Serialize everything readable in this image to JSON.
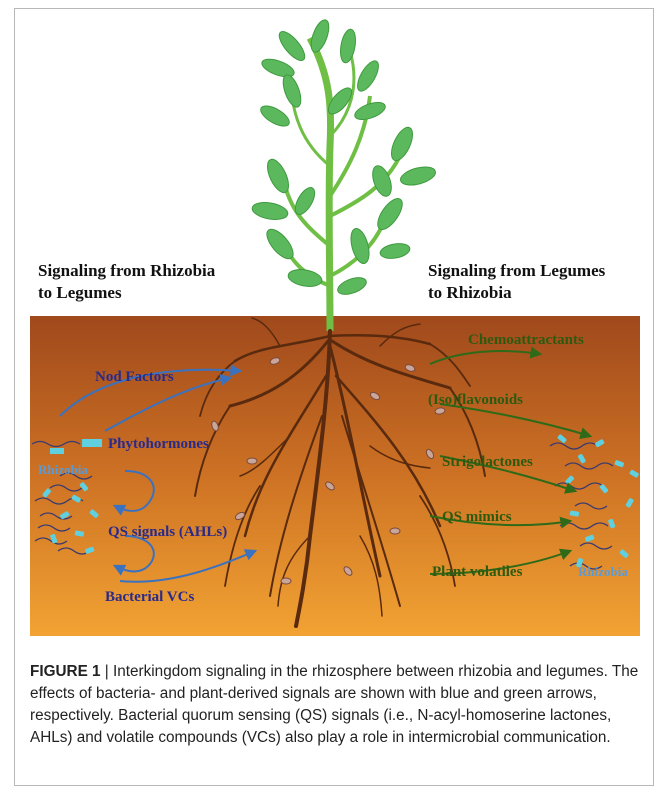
{
  "headings": {
    "left_line1": "Signaling from Rhizobia",
    "left_line2": "to Legumes",
    "right_line1": "Signaling from Legumes",
    "right_line2": "to Rhizobia"
  },
  "left_signals": [
    "Nod Factors",
    "Phytohormones",
    "QS signals (AHLs)",
    "Bacterial VCs"
  ],
  "right_signals": [
    "Chemoattractants",
    "(Iso)flavonoids",
    "Strigolactones",
    "QS mimics",
    "Plant volatiles"
  ],
  "rhizobia_labels": {
    "left": "Rhizobia",
    "right": "Rhizobia"
  },
  "caption": {
    "label": "FIGURE 1",
    "separator": " | ",
    "text": "Interkingdom signaling in the rhizosphere between rhizobia and legumes. The effects of bacteria- and plant-derived signals are shown with blue and green arrows, respectively. Bacterial quorum sensing (QS) signals (i.e., N-acyl-homoserine lactones, AHLs) and volatile compounds (VCs) also play a role in intermicrobial communication."
  },
  "colors": {
    "soil_top": "#a0491c",
    "soil_bottom": "#f0a030",
    "bacteria_arrow": "#3a72c0",
    "plant_arrow": "#2e6a18",
    "leaf": "#5cb85c",
    "root": "#5a2a0e",
    "rhizobia_text": "#5b9bd5",
    "left_text": "#2a2a8a",
    "right_text": "#2e5a10"
  }
}
